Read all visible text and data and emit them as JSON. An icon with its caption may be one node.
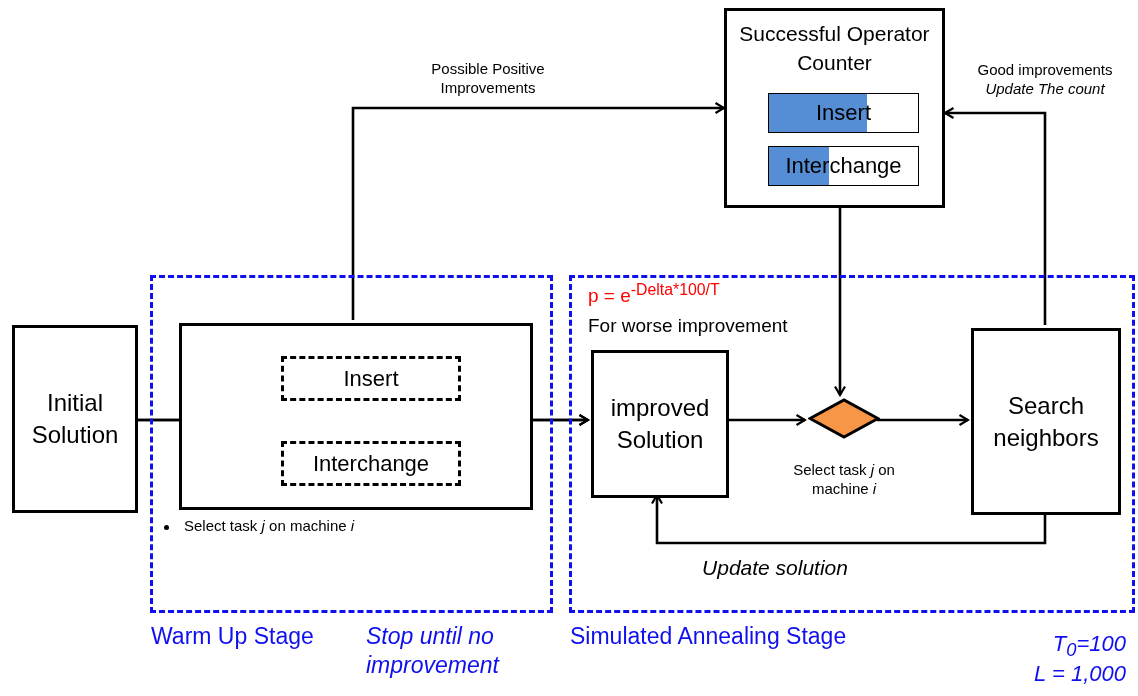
{
  "diagram": {
    "nodes": [
      {
        "text": [
          "Successful Operator Counter"
        ]
      },
      {
        "text": [
          "Insert"
        ],
        "in": 0
      },
      {
        "text": [
          "Interchange"
        ],
        "in": 0
      },
      {
        "text": [
          "Warm Up Stage",
          "Stop until no improvement"
        ]
      },
      {
        "text": [
          "Initial Solution"
        ]
      },
      {
        "text": [],
        "shape": "box",
        "in": 3
      },
      {
        "text": [
          "Insert"
        ],
        "in": 5
      },
      {
        "text": [
          "Interchange"
        ],
        "in": 5
      },
      {
        "text": [
          "Simulated Annealing Stage"
        ]
      },
      {
        "text": [
          "improved Solution"
        ],
        "in": 8
      },
      {
        "text": [],
        "shape": "diamond",
        "in": 8,
        "beside": [
          "Select task *j* on machine  *i*"
        ]
      },
      {
        "text": [
          "Search neighbors"
        ],
        "in": 8
      }
    ],
    "edges": [
      {
        "from": 4,
        "to": 6,
        "arrow": "to"
      },
      {
        "from": 4,
        "to": 7,
        "arrow": "to"
      },
      {
        "from": 6,
        "to": 9,
        "arrow": "to"
      },
      {
        "from": 7,
        "to": 9,
        "arrow": "to"
      },
      {
        "from": 5,
        "to": 0,
        "arrow": "to",
        "label": "Possible Positive Improvements"
      },
      {
        "from": 11,
        "to": 0,
        "arrow": "to",
        "label": "Good improvements *Update The count*"
      },
      {
        "from": 0,
        "to": 10,
        "arrow": "to"
      },
      {
        "from": 9,
        "to": 10,
        "arrow": "to"
      },
      {
        "from": 10,
        "to": 11,
        "arrow": "to"
      },
      {
        "from": 11,
        "to": 9,
        "arrow": "to",
        "label": "Update solution"
      }
    ],
    "labels": [
      "p = e$^{-Delta*100/T}$",
      "For worse improvement",
      "Select task *j* on machine *i*",
      "T$_{0}$=100",
      "L = 1,000"
    ]
  }
}
